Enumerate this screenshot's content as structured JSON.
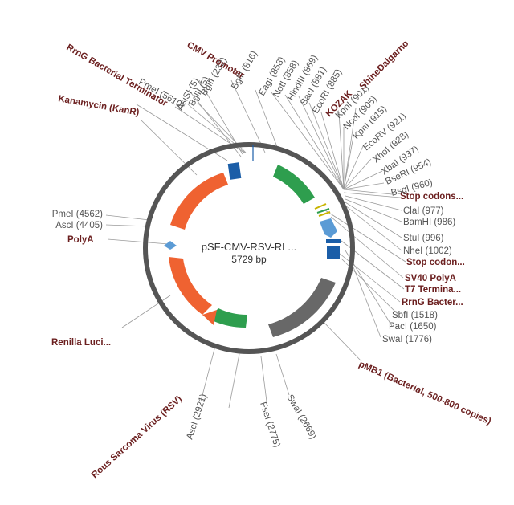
{
  "plasmid": {
    "name": "pSF-CMV-RSV-RL...",
    "length": "5729 bp",
    "total_bp": 5729
  },
  "colors": {
    "backbone": "#555555",
    "green": "#2e9e4e",
    "orange": "#ef6231",
    "darkgray": "#686868",
    "darkblue": "#1b5ea8",
    "lightblue": "#5b9bd5",
    "feature_text": "#6b1f1f",
    "site_text": "#555555"
  },
  "site_labels": [
    {
      "text": "BglII (816)"
    },
    {
      "text": "BglII (232)"
    },
    {
      "text": "BglII (5)"
    },
    {
      "text": "AsiSI (5)"
    },
    {
      "text": "PmeI (5610)"
    },
    {
      "text": "EagI (858)"
    },
    {
      "text": "NotI (858)"
    },
    {
      "text": "HindIII (869)"
    },
    {
      "text": "SacI (881)"
    },
    {
      "text": "EcoRI (885)"
    },
    {
      "text": "KpnI (901)"
    },
    {
      "text": "NcoI (905)"
    },
    {
      "text": "KpnI (915)"
    },
    {
      "text": "EcoRV (921)"
    },
    {
      "text": "XhoI (928)"
    },
    {
      "text": "XbaI (937)"
    },
    {
      "text": "BseRI (954)"
    },
    {
      "text": "BsgI (960)"
    },
    {
      "text": "ClaI (977)"
    },
    {
      "text": "BamHI (986)"
    },
    {
      "text": "StuI (996)"
    },
    {
      "text": "NheI (1002)"
    },
    {
      "text": "SbfI (1518)"
    },
    {
      "text": "PacI (1650)"
    },
    {
      "text": "SwaI (1776)"
    },
    {
      "text": "SwaI (2669)"
    },
    {
      "text": "FseI (2775)"
    },
    {
      "text": "AscI (2921)"
    },
    {
      "text": "PmeI (4562)"
    },
    {
      "text": "AscI (4405)"
    }
  ],
  "feature_labels": [
    {
      "text": "RrnG Bacterial Terminator"
    },
    {
      "text": "CMV Promoter"
    },
    {
      "text": "KOZAK"
    },
    {
      "text": "ShineDalgarno"
    },
    {
      "text": "Kanamycin (KanR)"
    },
    {
      "text": "Stop codons..."
    },
    {
      "text": "Stop codon..."
    },
    {
      "text": "SV40 PolyA"
    },
    {
      "text": "T7 Termina..."
    },
    {
      "text": "RrnG Bacter..."
    },
    {
      "text": "PolyA"
    },
    {
      "text": "Renilla Luci..."
    },
    {
      "text": "pMB1 (Bacterial, 500-800 copies)"
    },
    {
      "text": "Rous Sarcoma Virus (RSV)"
    }
  ]
}
